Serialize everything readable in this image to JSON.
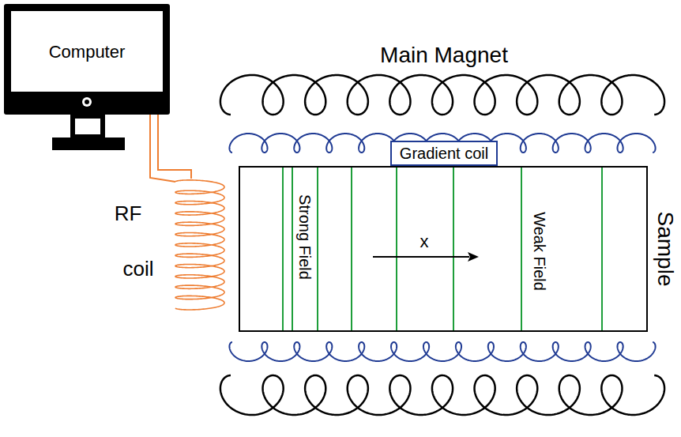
{
  "diagram": {
    "nodes": [
      {
        "text": [
          "Computer"
        ]
      },
      {
        "text": [
          "Gradient coil"
        ]
      },
      {
        "text": [
          "Sample"
        ]
      }
    ],
    "labels": [
      "Main Magnet",
      "RF",
      "coil",
      "Strong Field",
      "x",
      "Weak Field"
    ]
  }
}
